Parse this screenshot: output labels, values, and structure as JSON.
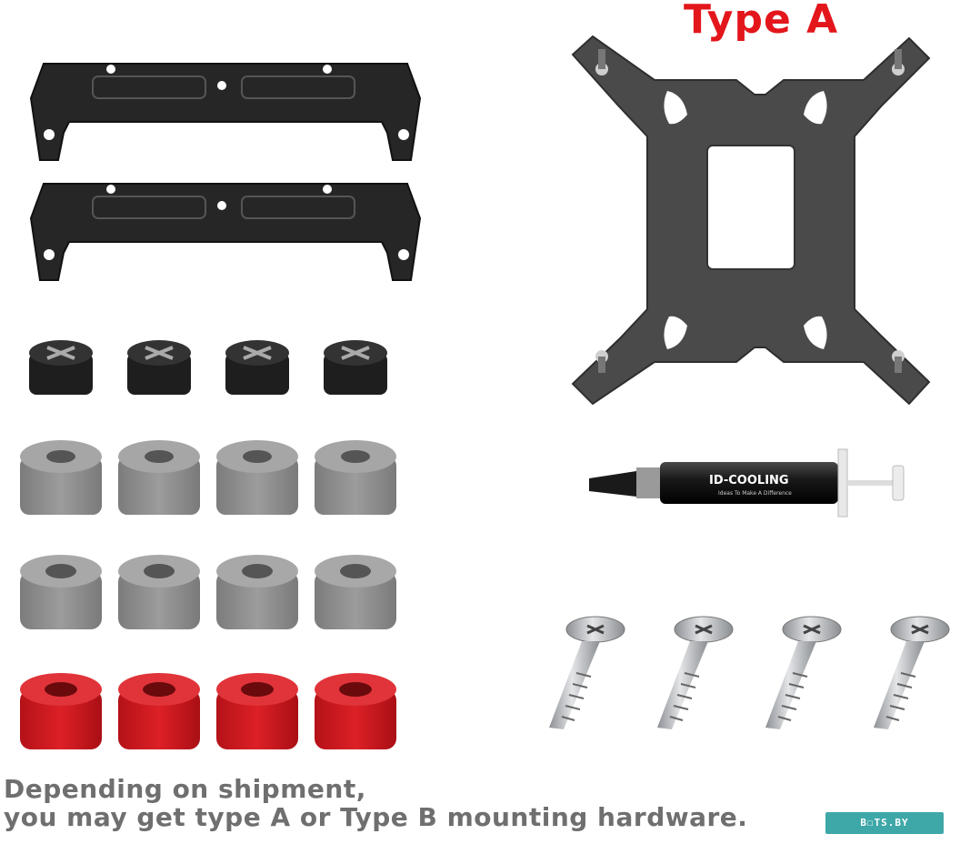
{
  "title": "Type A",
  "caption": {
    "line1": "Depending on shipment,",
    "line2": "you may get type A or Type B mounting hardware."
  },
  "paste_tube": {
    "brand": "ID-COOLING",
    "tagline": "Ideas To Make A Difference"
  },
  "watermark": "B☐TS.BY",
  "colors": {
    "title": "#e3161c",
    "bracket": "#2b2b2b",
    "backplate": "#4a4a4a",
    "nut_black": "#1e1e1e",
    "standoff_grey": "#8a8a8a",
    "spacer_red": "#c8161d",
    "screw_steel": "#b9bcbf"
  }
}
